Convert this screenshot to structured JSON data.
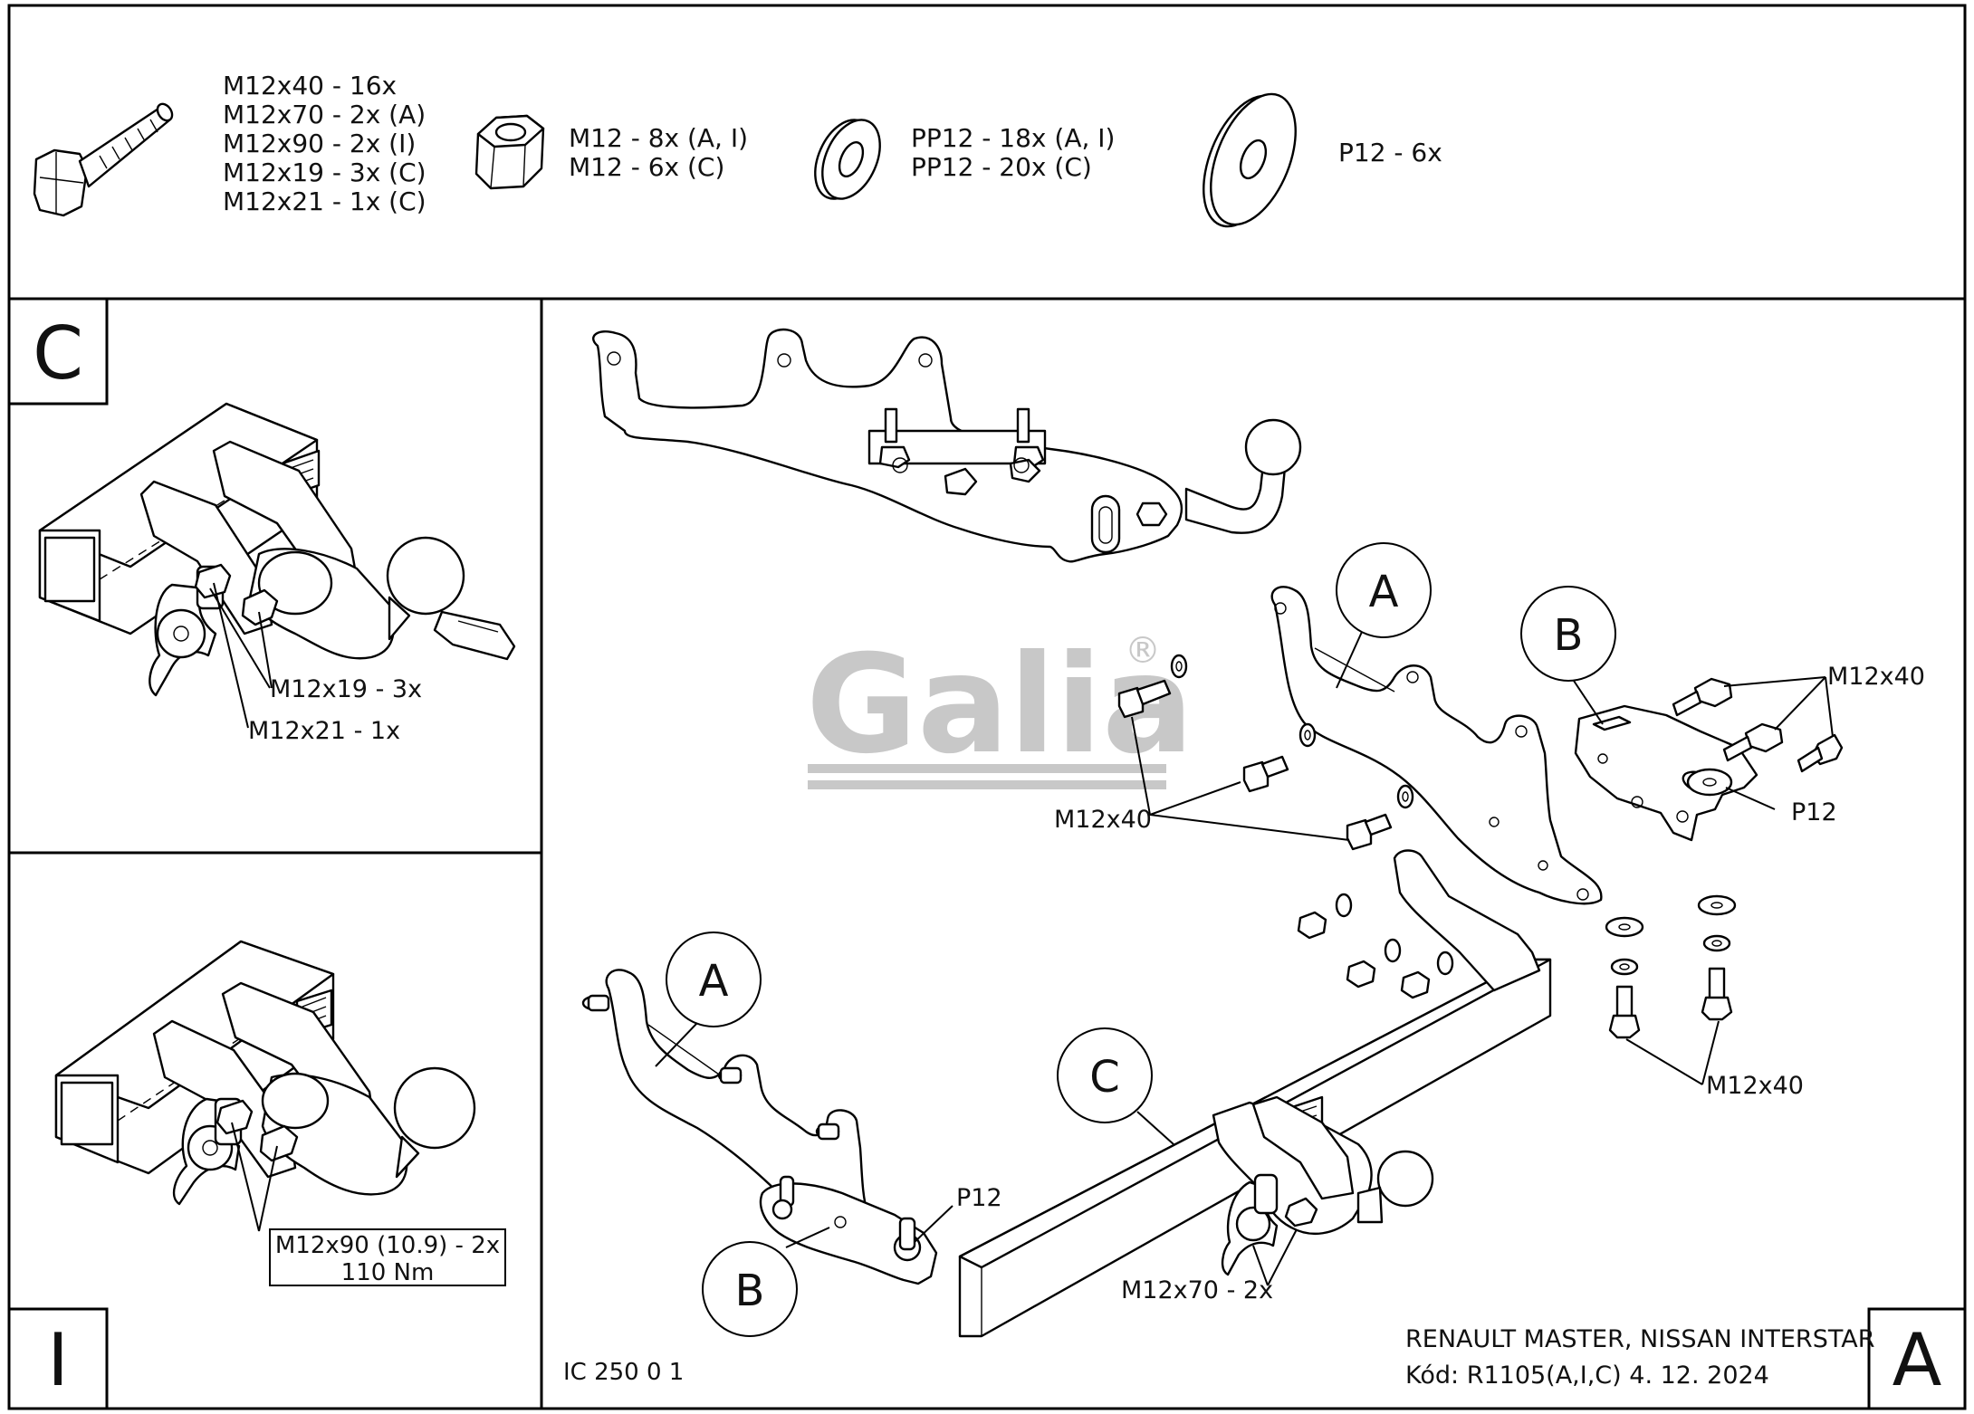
{
  "hardware": {
    "bolt": [
      "M12x40 - 16x",
      "M12x70 - 2x (A)",
      "M12x90 - 2x (I)",
      "M12x19 - 3x (C)",
      "M12x21 - 1x (C)"
    ],
    "nut": [
      "M12 - 8x (A, I)",
      "M12 - 6x (C)"
    ],
    "washer_small": [
      "PP12 - 18x (A, I)",
      "PP12 - 20x (C)"
    ],
    "washer_large": [
      "P12 - 6x"
    ]
  },
  "panel_c": {
    "letter": "C",
    "callouts": [
      "M12x19 - 3x",
      "M12x21 - 1x"
    ]
  },
  "panel_i": {
    "letter": "I",
    "callout_line1": "M12x90 (10.9) - 2x",
    "callout_line2": "110 Nm"
  },
  "main": {
    "letter": "A",
    "watermark": "Galia",
    "registered": "®",
    "bubbles": [
      "A",
      "B",
      "A",
      "C",
      "B"
    ],
    "callouts": {
      "m12x40_left": "M12x40",
      "m12x40_right_top": "M12x40",
      "m12x40_right_bottom": "M12x40",
      "p12_right": "P12",
      "p12_bottom": "P12",
      "m12x70": "M12x70 - 2x"
    },
    "code": "IC 250 0 1",
    "title_line1": "RENAULT MASTER, NISSAN INTERSTAR",
    "title_line2": "Kód: R1105(A,I,C)   4. 12. 2024"
  }
}
